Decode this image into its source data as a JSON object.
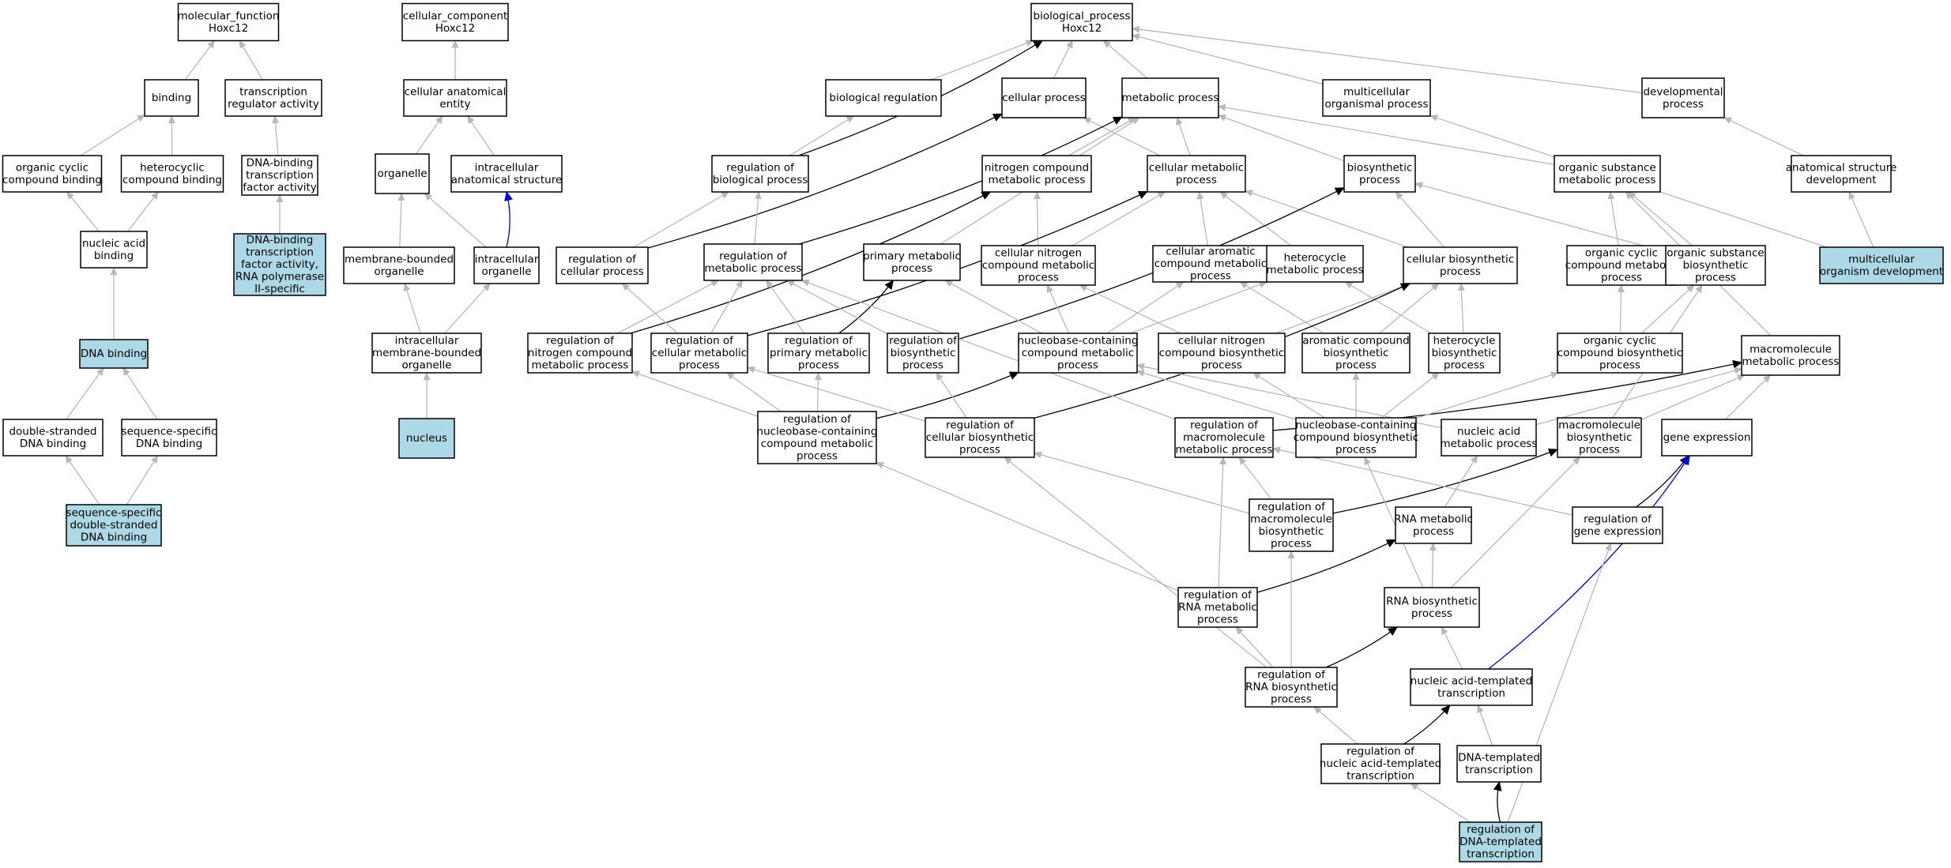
{
  "colors": {
    "highlight_fill": "#add8e6",
    "default_fill": "#ffffff",
    "is_a_edge": "#b8b8b8",
    "regulates_edge": "#000000",
    "part_of_edge": "#0000ee"
  },
  "nodes": [
    {
      "id": "mf_root",
      "lines": [
        "molecular_function",
        "Hoxc12"
      ],
      "highlight": false
    },
    {
      "id": "binding",
      "lines": [
        "binding"
      ],
      "highlight": false
    },
    {
      "id": "tr_activity",
      "lines": [
        "transcription",
        "regulator activity"
      ],
      "highlight": false
    },
    {
      "id": "ocb",
      "lines": [
        "organic cyclic",
        "compound binding"
      ],
      "highlight": false
    },
    {
      "id": "hcb",
      "lines": [
        "heterocyclic",
        "compound binding"
      ],
      "highlight": false
    },
    {
      "id": "dbtfa",
      "lines": [
        "DNA-binding",
        "transcription",
        "factor activity"
      ],
      "highlight": false
    },
    {
      "id": "nab",
      "lines": [
        "nucleic acid",
        "binding"
      ],
      "highlight": false
    },
    {
      "id": "dbtfa_pol2",
      "lines": [
        "DNA-binding",
        "transcription",
        "factor activity,",
        "RNA polymerase",
        "II-specific"
      ],
      "highlight": true
    },
    {
      "id": "dna_binding",
      "lines": [
        "DNA binding"
      ],
      "highlight": true
    },
    {
      "id": "ds_dna",
      "lines": [
        "double-stranded",
        "DNA binding"
      ],
      "highlight": false
    },
    {
      "id": "ss_dna",
      "lines": [
        "sequence-specific",
        "DNA binding"
      ],
      "highlight": false
    },
    {
      "id": "ssds_dna",
      "lines": [
        "sequence-specific",
        "double-stranded",
        "DNA binding"
      ],
      "highlight": true
    },
    {
      "id": "cc_root",
      "lines": [
        "cellular_component",
        "Hoxc12"
      ],
      "highlight": false
    },
    {
      "id": "cae",
      "lines": [
        "cellular anatomical",
        "entity"
      ],
      "highlight": false
    },
    {
      "id": "organelle",
      "lines": [
        "organelle"
      ],
      "highlight": false
    },
    {
      "id": "ias",
      "lines": [
        "intracellular",
        "anatomical structure"
      ],
      "highlight": false
    },
    {
      "id": "mbo",
      "lines": [
        "membrane-bounded",
        "organelle"
      ],
      "highlight": false
    },
    {
      "id": "io",
      "lines": [
        "intracellular",
        "organelle"
      ],
      "highlight": false
    },
    {
      "id": "imbo",
      "lines": [
        "intracellular",
        "membrane-bounded",
        "organelle"
      ],
      "highlight": false
    },
    {
      "id": "nucleus",
      "lines": [
        "nucleus"
      ],
      "highlight": true
    },
    {
      "id": "bp_root",
      "lines": [
        "biological_process",
        "Hoxc12"
      ],
      "highlight": false
    },
    {
      "id": "bio_reg",
      "lines": [
        "biological regulation"
      ],
      "highlight": false
    },
    {
      "id": "cell_proc",
      "lines": [
        "cellular process"
      ],
      "highlight": false
    },
    {
      "id": "met_proc",
      "lines": [
        "metabolic process"
      ],
      "highlight": false
    },
    {
      "id": "multi_org",
      "lines": [
        "multicellular",
        "organismal process"
      ],
      "highlight": false
    },
    {
      "id": "dev_proc",
      "lines": [
        "developmental",
        "process"
      ],
      "highlight": false
    },
    {
      "id": "reg_bio",
      "lines": [
        "regulation of",
        "biological process"
      ],
      "highlight": false
    },
    {
      "id": "ncmp",
      "lines": [
        "nitrogen compound",
        "metabolic process"
      ],
      "highlight": false
    },
    {
      "id": "cmp",
      "lines": [
        "cellular metabolic",
        "process"
      ],
      "highlight": false
    },
    {
      "id": "biosyn",
      "lines": [
        "biosynthetic",
        "process"
      ],
      "highlight": false
    },
    {
      "id": "osmp",
      "lines": [
        "organic substance",
        "metabolic process"
      ],
      "highlight": false
    },
    {
      "id": "asd",
      "lines": [
        "anatomical structure",
        "development"
      ],
      "highlight": false
    },
    {
      "id": "reg_cell",
      "lines": [
        "regulation of",
        "cellular process"
      ],
      "highlight": false
    },
    {
      "id": "reg_met",
      "lines": [
        "regulation of",
        "metabolic process"
      ],
      "highlight": false
    },
    {
      "id": "prim_met",
      "lines": [
        "primary metabolic",
        "process"
      ],
      "highlight": false
    },
    {
      "id": "cncmp",
      "lines": [
        "cellular nitrogen",
        "compound metabolic",
        "process"
      ],
      "highlight": false
    },
    {
      "id": "cacmp",
      "lines": [
        "cellular aromatic",
        "compound metabolic",
        "process"
      ],
      "highlight": false
    },
    {
      "id": "hmp",
      "lines": [
        "heterocycle",
        "metabolic process"
      ],
      "highlight": false
    },
    {
      "id": "cbp",
      "lines": [
        "cellular biosynthetic",
        "process"
      ],
      "highlight": false
    },
    {
      "id": "occmp",
      "lines": [
        "organic cyclic",
        "compound metabolic",
        "process"
      ],
      "highlight": false
    },
    {
      "id": "osbp",
      "lines": [
        "organic substance",
        "biosynthetic",
        "process"
      ],
      "highlight": false
    },
    {
      "id": "mod",
      "lines": [
        "multicellular",
        "organism development"
      ],
      "highlight": true
    },
    {
      "id": "reg_ncmp",
      "lines": [
        "regulation of",
        "nitrogen compound",
        "metabolic process"
      ],
      "highlight": false
    },
    {
      "id": "reg_cmp",
      "lines": [
        "regulation of",
        "cellular metabolic",
        "process"
      ],
      "highlight": false
    },
    {
      "id": "reg_pmp",
      "lines": [
        "regulation of",
        "primary metabolic",
        "process"
      ],
      "highlight": false
    },
    {
      "id": "reg_bsp",
      "lines": [
        "regulation of",
        "biosynthetic",
        "process"
      ],
      "highlight": false
    },
    {
      "id": "nbcmp",
      "lines": [
        "nucleobase-containing",
        "compound metabolic",
        "process"
      ],
      "highlight": false
    },
    {
      "id": "cncbp",
      "lines": [
        "cellular nitrogen",
        "compound biosynthetic",
        "process"
      ],
      "highlight": false
    },
    {
      "id": "acbp",
      "lines": [
        "aromatic compound",
        "biosynthetic",
        "process"
      ],
      "highlight": false
    },
    {
      "id": "hbp",
      "lines": [
        "heterocycle",
        "biosynthetic",
        "process"
      ],
      "highlight": false
    },
    {
      "id": "occbp",
      "lines": [
        "organic cyclic",
        "compound biosynthetic",
        "process"
      ],
      "highlight": false
    },
    {
      "id": "mmp",
      "lines": [
        "macromolecule",
        "metabolic process"
      ],
      "highlight": false
    },
    {
      "id": "reg_nbcmp",
      "lines": [
        "regulation of",
        "nucleobase-containing",
        "compound metabolic",
        "process"
      ],
      "highlight": false
    },
    {
      "id": "reg_cbp",
      "lines": [
        "regulation of",
        "cellular biosynthetic",
        "process"
      ],
      "highlight": false
    },
    {
      "id": "reg_mmp",
      "lines": [
        "regulation of",
        "macromolecule",
        "metabolic process"
      ],
      "highlight": false
    },
    {
      "id": "nbcbp",
      "lines": [
        "nucleobase-containing",
        "compound biosynthetic",
        "process"
      ],
      "highlight": false
    },
    {
      "id": "namp",
      "lines": [
        "nucleic acid",
        "metabolic process"
      ],
      "highlight": false
    },
    {
      "id": "mbp",
      "lines": [
        "macromolecule",
        "biosynthetic",
        "process"
      ],
      "highlight": false
    },
    {
      "id": "gene_expr",
      "lines": [
        "gene expression"
      ],
      "highlight": false
    },
    {
      "id": "reg_mbp",
      "lines": [
        "regulation of",
        "macromolecule",
        "biosynthetic",
        "process"
      ],
      "highlight": false
    },
    {
      "id": "rna_mp",
      "lines": [
        "RNA metabolic",
        "process"
      ],
      "highlight": false
    },
    {
      "id": "reg_ge",
      "lines": [
        "regulation of",
        "gene expression"
      ],
      "highlight": false
    },
    {
      "id": "reg_rna_mp",
      "lines": [
        "regulation of",
        "RNA metabolic",
        "process"
      ],
      "highlight": false
    },
    {
      "id": "rna_bp",
      "lines": [
        "RNA biosynthetic",
        "process"
      ],
      "highlight": false
    },
    {
      "id": "reg_rna_bp",
      "lines": [
        "regulation of",
        "RNA biosynthetic",
        "process"
      ],
      "highlight": false
    },
    {
      "id": "natt",
      "lines": [
        "nucleic acid-templated",
        "transcription"
      ],
      "highlight": false
    },
    {
      "id": "reg_natt",
      "lines": [
        "regulation of",
        "nucleic acid-templated",
        "transcription"
      ],
      "highlight": false
    },
    {
      "id": "dtt",
      "lines": [
        "DNA-templated",
        "transcription"
      ],
      "highlight": false
    },
    {
      "id": "reg_dtt",
      "lines": [
        "regulation of",
        "DNA-templated",
        "transcription"
      ],
      "highlight": true
    }
  ],
  "edges": [
    {
      "from": "binding",
      "to": "mf_root",
      "type": "is_a"
    },
    {
      "from": "tr_activity",
      "to": "mf_root",
      "type": "is_a"
    },
    {
      "from": "ocb",
      "to": "binding",
      "type": "is_a"
    },
    {
      "from": "hcb",
      "to": "binding",
      "type": "is_a"
    },
    {
      "from": "dbtfa",
      "to": "tr_activity",
      "type": "is_a"
    },
    {
      "from": "nab",
      "to": "ocb",
      "type": "is_a"
    },
    {
      "from": "nab",
      "to": "hcb",
      "type": "is_a"
    },
    {
      "from": "dbtfa_pol2",
      "to": "dbtfa",
      "type": "is_a"
    },
    {
      "from": "dna_binding",
      "to": "nab",
      "type": "is_a"
    },
    {
      "from": "ds_dna",
      "to": "dna_binding",
      "type": "is_a"
    },
    {
      "from": "ss_dna",
      "to": "dna_binding",
      "type": "is_a"
    },
    {
      "from": "ssds_dna",
      "to": "ds_dna",
      "type": "is_a"
    },
    {
      "from": "ssds_dna",
      "to": "ss_dna",
      "type": "is_a"
    },
    {
      "from": "cae",
      "to": "cc_root",
      "type": "is_a"
    },
    {
      "from": "organelle",
      "to": "cae",
      "type": "is_a"
    },
    {
      "from": "ias",
      "to": "cae",
      "type": "is_a"
    },
    {
      "from": "mbo",
      "to": "organelle",
      "type": "is_a"
    },
    {
      "from": "io",
      "to": "organelle",
      "type": "is_a"
    },
    {
      "from": "io",
      "to": "ias",
      "type": "part_of"
    },
    {
      "from": "imbo",
      "to": "mbo",
      "type": "is_a"
    },
    {
      "from": "imbo",
      "to": "io",
      "type": "is_a"
    },
    {
      "from": "nucleus",
      "to": "imbo",
      "type": "is_a"
    },
    {
      "from": "bio_reg",
      "to": "bp_root",
      "type": "is_a"
    },
    {
      "from": "cell_proc",
      "to": "bp_root",
      "type": "is_a"
    },
    {
      "from": "met_proc",
      "to": "bp_root",
      "type": "is_a"
    },
    {
      "from": "multi_org",
      "to": "bp_root",
      "type": "is_a"
    },
    {
      "from": "dev_proc",
      "to": "bp_root",
      "type": "is_a"
    },
    {
      "from": "reg_bio",
      "to": "bio_reg",
      "type": "is_a"
    },
    {
      "from": "reg_bio",
      "to": "bp_root",
      "type": "regulates"
    },
    {
      "from": "ncmp",
      "to": "met_proc",
      "type": "is_a"
    },
    {
      "from": "cmp",
      "to": "cell_proc",
      "type": "is_a"
    },
    {
      "from": "cmp",
      "to": "met_proc",
      "type": "is_a"
    },
    {
      "from": "biosyn",
      "to": "met_proc",
      "type": "is_a"
    },
    {
      "from": "osmp",
      "to": "met_proc",
      "type": "is_a"
    },
    {
      "from": "asd",
      "to": "dev_proc",
      "type": "is_a"
    },
    {
      "from": "reg_cell",
      "to": "reg_bio",
      "type": "is_a"
    },
    {
      "from": "reg_cell",
      "to": "cell_proc",
      "type": "regulates"
    },
    {
      "from": "reg_met",
      "to": "reg_bio",
      "type": "is_a"
    },
    {
      "from": "reg_met",
      "to": "met_proc",
      "type": "regulates"
    },
    {
      "from": "prim_met",
      "to": "met_proc",
      "type": "is_a"
    },
    {
      "from": "cncmp",
      "to": "ncmp",
      "type": "is_a"
    },
    {
      "from": "cncmp",
      "to": "cmp",
      "type": "is_a"
    },
    {
      "from": "cacmp",
      "to": "cmp",
      "type": "is_a"
    },
    {
      "from": "hmp",
      "to": "cmp",
      "type": "is_a"
    },
    {
      "from": "cbp",
      "to": "cmp",
      "type": "is_a"
    },
    {
      "from": "cbp",
      "to": "biosyn",
      "type": "is_a"
    },
    {
      "from": "occmp",
      "to": "osmp",
      "type": "is_a"
    },
    {
      "from": "osbp",
      "to": "osmp",
      "type": "is_a"
    },
    {
      "from": "osbp",
      "to": "biosyn",
      "type": "is_a"
    },
    {
      "from": "mod",
      "to": "asd",
      "type": "is_a"
    },
    {
      "from": "mod",
      "to": "multi_org",
      "type": "is_a"
    },
    {
      "from": "reg_ncmp",
      "to": "reg_met",
      "type": "is_a"
    },
    {
      "from": "reg_ncmp",
      "to": "ncmp",
      "type": "regulates"
    },
    {
      "from": "reg_cmp",
      "to": "reg_cell",
      "type": "is_a"
    },
    {
      "from": "reg_cmp",
      "to": "reg_met",
      "type": "is_a"
    },
    {
      "from": "reg_cmp",
      "to": "cmp",
      "type": "regulates"
    },
    {
      "from": "reg_pmp",
      "to": "reg_met",
      "type": "is_a"
    },
    {
      "from": "reg_pmp",
      "to": "prim_met",
      "type": "regulates"
    },
    {
      "from": "reg_bsp",
      "to": "reg_met",
      "type": "is_a"
    },
    {
      "from": "reg_bsp",
      "to": "biosyn",
      "type": "regulates"
    },
    {
      "from": "nbcmp",
      "to": "cncmp",
      "type": "is_a"
    },
    {
      "from": "nbcmp",
      "to": "prim_met",
      "type": "is_a"
    },
    {
      "from": "nbcmp",
      "to": "cacmp",
      "type": "is_a"
    },
    {
      "from": "nbcmp",
      "to": "hmp",
      "type": "is_a"
    },
    {
      "from": "cncbp",
      "to": "cncmp",
      "type": "is_a"
    },
    {
      "from": "cncbp",
      "to": "cbp",
      "type": "is_a"
    },
    {
      "from": "acbp",
      "to": "cacmp",
      "type": "is_a"
    },
    {
      "from": "acbp",
      "to": "cbp",
      "type": "is_a"
    },
    {
      "from": "hbp",
      "to": "hmp",
      "type": "is_a"
    },
    {
      "from": "hbp",
      "to": "cbp",
      "type": "is_a"
    },
    {
      "from": "occbp",
      "to": "occmp",
      "type": "is_a"
    },
    {
      "from": "occbp",
      "to": "osbp",
      "type": "is_a"
    },
    {
      "from": "mmp",
      "to": "osmp",
      "type": "is_a"
    },
    {
      "from": "reg_nbcmp",
      "to": "reg_ncmp",
      "type": "is_a"
    },
    {
      "from": "reg_nbcmp",
      "to": "reg_cmp",
      "type": "is_a"
    },
    {
      "from": "reg_nbcmp",
      "to": "reg_pmp",
      "type": "is_a"
    },
    {
      "from": "reg_nbcmp",
      "to": "nbcmp",
      "type": "regulates"
    },
    {
      "from": "reg_cbp",
      "to": "reg_cmp",
      "type": "is_a"
    },
    {
      "from": "reg_cbp",
      "to": "reg_bsp",
      "type": "is_a"
    },
    {
      "from": "reg_cbp",
      "to": "cbp",
      "type": "regulates"
    },
    {
      "from": "reg_mmp",
      "to": "reg_met",
      "type": "is_a"
    },
    {
      "from": "reg_mmp",
      "to": "mmp",
      "type": "regulates"
    },
    {
      "from": "nbcbp",
      "to": "nbcmp",
      "type": "is_a"
    },
    {
      "from": "nbcbp",
      "to": "cncbp",
      "type": "is_a"
    },
    {
      "from": "nbcbp",
      "to": "acbp",
      "type": "is_a"
    },
    {
      "from": "nbcbp",
      "to": "hbp",
      "type": "is_a"
    },
    {
      "from": "nbcbp",
      "to": "occbp",
      "type": "is_a"
    },
    {
      "from": "namp",
      "to": "nbcmp",
      "type": "is_a"
    },
    {
      "from": "namp",
      "to": "mmp",
      "type": "is_a"
    },
    {
      "from": "mbp",
      "to": "mmp",
      "type": "is_a"
    },
    {
      "from": "mbp",
      "to": "osbp",
      "type": "is_a"
    },
    {
      "from": "gene_expr",
      "to": "mmp",
      "type": "is_a"
    },
    {
      "from": "reg_mbp",
      "to": "reg_mmp",
      "type": "is_a"
    },
    {
      "from": "reg_mbp",
      "to": "reg_cbp",
      "type": "is_a"
    },
    {
      "from": "reg_mbp",
      "to": "mbp",
      "type": "regulates"
    },
    {
      "from": "rna_mp",
      "to": "namp",
      "type": "is_a"
    },
    {
      "from": "reg_ge",
      "to": "reg_mmp",
      "type": "is_a"
    },
    {
      "from": "reg_ge",
      "to": "gene_expr",
      "type": "regulates"
    },
    {
      "from": "reg_rna_mp",
      "to": "reg_nbcmp",
      "type": "is_a"
    },
    {
      "from": "reg_rna_mp",
      "to": "reg_mmp",
      "type": "is_a"
    },
    {
      "from": "reg_rna_mp",
      "to": "rna_mp",
      "type": "regulates"
    },
    {
      "from": "rna_bp",
      "to": "rna_mp",
      "type": "is_a"
    },
    {
      "from": "rna_bp",
      "to": "nbcbp",
      "type": "is_a"
    },
    {
      "from": "rna_bp",
      "to": "mbp",
      "type": "is_a"
    },
    {
      "from": "reg_rna_bp",
      "to": "reg_rna_mp",
      "type": "is_a"
    },
    {
      "from": "reg_rna_bp",
      "to": "reg_mbp",
      "type": "is_a"
    },
    {
      "from": "reg_rna_bp",
      "to": "reg_cbp",
      "type": "is_a"
    },
    {
      "from": "reg_rna_bp",
      "to": "rna_bp",
      "type": "regulates"
    },
    {
      "from": "natt",
      "to": "rna_bp",
      "type": "is_a"
    },
    {
      "from": "natt",
      "to": "gene_expr",
      "type": "part_of"
    },
    {
      "from": "reg_natt",
      "to": "reg_rna_bp",
      "type": "is_a"
    },
    {
      "from": "reg_natt",
      "to": "natt",
      "type": "regulates"
    },
    {
      "from": "dtt",
      "to": "natt",
      "type": "is_a"
    },
    {
      "from": "reg_dtt",
      "to": "reg_natt",
      "type": "is_a"
    },
    {
      "from": "reg_dtt",
      "to": "dtt",
      "type": "regulates"
    },
    {
      "from": "reg_dtt",
      "to": "reg_ge",
      "type": "is_a"
    }
  ]
}
